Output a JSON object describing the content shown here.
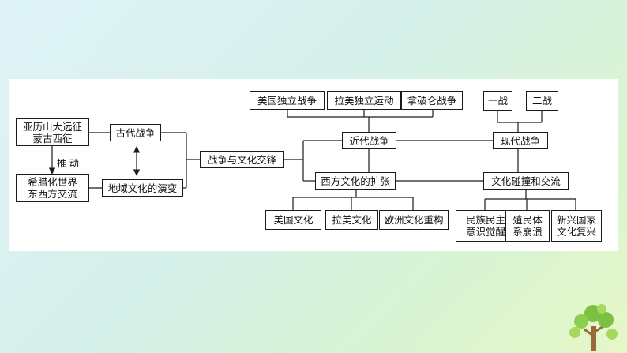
{
  "nodes": {
    "alexander": "亚历山大远征\n蒙古西征",
    "hellenistic": "希腊化世界\n东西方交流",
    "ancient_war": "古代战争",
    "regional_culture": "地域文化的演变",
    "war_culture": "战争与文化交锋",
    "us_independence": "美国独立战争",
    "latin_independence": "拉美独立运动",
    "napoleonic": "拿破仑战争",
    "ww1": "一战",
    "ww2": "二战",
    "modern_war": "近代战争",
    "contemporary_war": "现代战争",
    "western_expansion": "西方文化的扩张",
    "collision": "文化碰撞和交流",
    "us_culture": "美国文化",
    "latin_culture": "拉美文化",
    "euro_rebuild": "欧洲文化重构",
    "national_democracy": "民族民主\n意识觉醒",
    "colonial_collapse": "殖民体\n系崩溃",
    "new_nations": "新兴国家\n文化复兴"
  },
  "edge_label": "推  动",
  "colors": {
    "line": "#1a1a1a",
    "leaf": "#7cc043",
    "leaf_light": "#a6d85b",
    "trunk": "#9a6b3a"
  }
}
